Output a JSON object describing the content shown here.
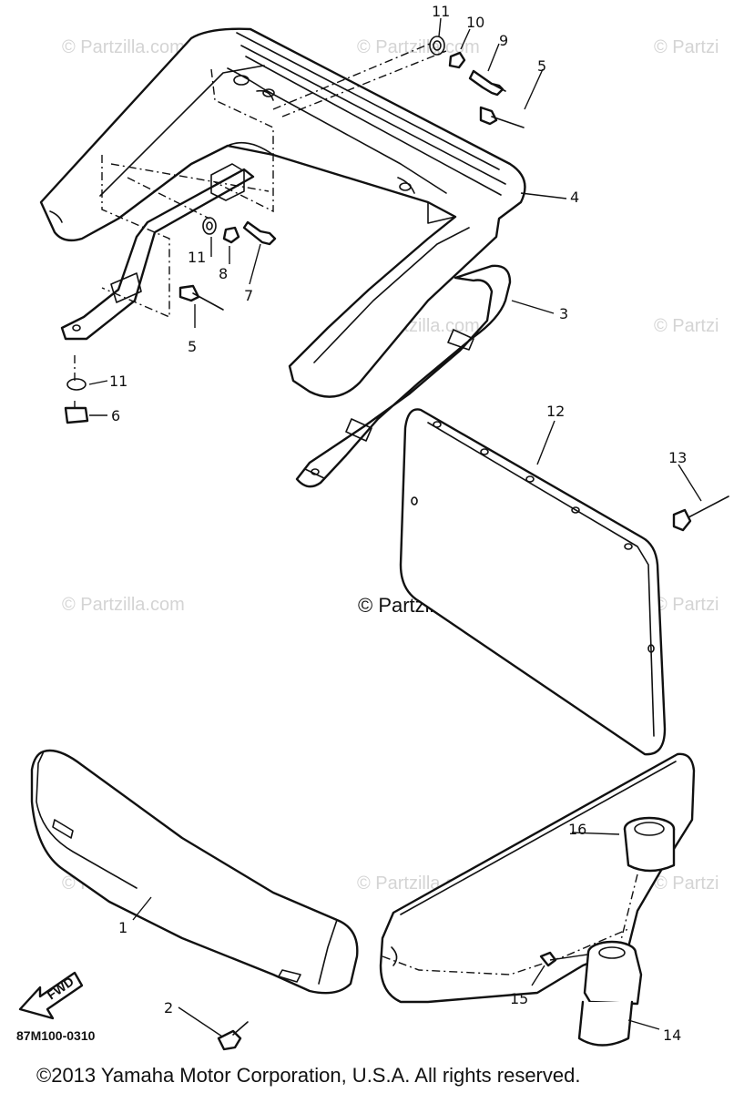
{
  "watermarks": {
    "tile_text": "© Partzilla.com",
    "tile_text_cut": "© Partzi",
    "center_text": "© Partzilla.com"
  },
  "callouts": {
    "p1": "1",
    "p2": "2",
    "p3": "3",
    "p4": "4",
    "p5a": "5",
    "p5b": "5",
    "p6": "6",
    "p7": "7",
    "p8": "8",
    "p9": "9",
    "p10": "10",
    "p11a": "11",
    "p11b": "11",
    "p11c": "11",
    "p12": "12",
    "p13": "13",
    "p14": "14",
    "p15": "15",
    "p16": "16"
  },
  "fwd_label": "FWD",
  "diagram_code": "87M100-0310",
  "copyright": "©2013 Yamaha Motor Corporation, U.S.A. All rights reserved.",
  "colors": {
    "line": "#111111",
    "watermark": "#d4d4d4",
    "background": "#ffffff"
  }
}
